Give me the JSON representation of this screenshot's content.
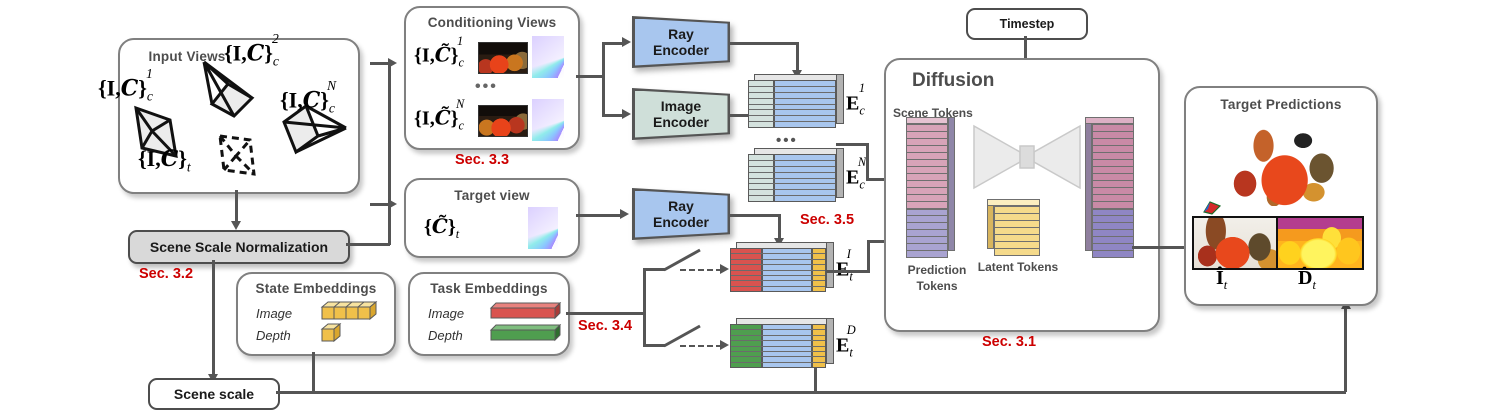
{
  "figure": {
    "type": "architecture-diagram",
    "panels": {
      "input_views": {
        "title": "Input Views",
        "camera_labels": [
          {
            "name": "cond-1",
            "tex": "{I,C}_c^1"
          },
          {
            "name": "cond-2",
            "tex": "{I,C}_c^2"
          },
          {
            "name": "cond-N",
            "tex": "{I,C}_c^N"
          },
          {
            "name": "target",
            "tex": "{I,C}_t"
          }
        ]
      },
      "conditioning_views": {
        "title": "Conditioning Views",
        "rows": [
          {
            "tex": "{I,C̃}_c^1"
          },
          {
            "tex": "{I,C̃}_c^N"
          }
        ],
        "ellipsis": "•••",
        "section": "Sec. 3.3"
      },
      "target_view": {
        "title": "Target view",
        "row_tex": "{C̃}_t"
      },
      "state_embeddings": {
        "title": "State Embeddings",
        "rows": [
          {
            "label": "Image",
            "glyph": "yellow-cube-row",
            "count": 4
          },
          {
            "label": "Depth",
            "glyph": "yellow-cube-row",
            "count": 1
          }
        ]
      },
      "task_embeddings": {
        "title": "Task Embeddings",
        "rows": [
          {
            "label": "Image",
            "glyph": "red-bar"
          },
          {
            "label": "Depth",
            "glyph": "green-bar"
          }
        ],
        "section": "Sec. 3.4"
      },
      "diffusion": {
        "title": "Diffusion",
        "scene_tokens_label": "Scene Tokens",
        "prediction_tokens_label": "Prediction Tokens",
        "latent_tokens_label": "Latent Tokens",
        "section": "Sec. 3.1"
      },
      "target_predictions": {
        "title": "Target Predictions",
        "image_label": "Î_t",
        "depth_label": "D̂_t"
      }
    },
    "boxes": {
      "scene_scale_normalization": "Scene Scale Normalization",
      "scene_scale_normalization_section": "Sec. 3.2",
      "scene_scale": "Scene scale",
      "timestep": "Timestep"
    },
    "encoders": [
      {
        "name": "ray-encoder-cond",
        "label": "Ray\nEncoder",
        "line1": "Ray",
        "line2": "Encoder",
        "fill": "#a8c6ee"
      },
      {
        "name": "image-encoder-cond",
        "label": "Image\nEncoder",
        "line1": "Image",
        "line2": "Encoder",
        "fill": "#cfdfd9"
      },
      {
        "name": "ray-encoder-target",
        "label": "Ray\nEncoder",
        "line1": "Ray",
        "line2": "Encoder",
        "fill": "#a8c6ee"
      }
    ],
    "token_groups": {
      "cond_embeddings": {
        "section": "Sec. 3.5",
        "ellipsis": "•••",
        "items": [
          {
            "name": "Ec1",
            "tex": "E_c^1",
            "rows": 8,
            "segments": [
              {
                "color": "#d4e2de",
                "frac": 0.3
              },
              {
                "color": "#a8c6ee",
                "frac": 0.7
              }
            ]
          },
          {
            "name": "EcN",
            "tex": "E_c^N",
            "rows": 8,
            "segments": [
              {
                "color": "#d4e2de",
                "frac": 0.3
              },
              {
                "color": "#a8c6ee",
                "frac": 0.7
              }
            ]
          }
        ]
      },
      "target_embeddings": {
        "items": [
          {
            "name": "EtI",
            "tex": "E_t^I",
            "rows": 8,
            "segments": [
              {
                "color": "#d9534f",
                "frac": 0.33
              },
              {
                "color": "#a8c6ee",
                "frac": 0.52
              },
              {
                "color": "#f0c04a",
                "frac": 0.15
              }
            ]
          },
          {
            "name": "EtD",
            "tex": "E_t^D",
            "rows": 8,
            "segments": [
              {
                "color": "#4f9e4f",
                "frac": 0.33
              },
              {
                "color": "#a8c6ee",
                "frac": 0.52
              },
              {
                "color": "#f0c04a",
                "frac": 0.15
              }
            ]
          }
        ]
      }
    },
    "diffusion_stacks": {
      "input_stack": {
        "name": "scene-prediction-token-stack",
        "scene_rows": 12,
        "prediction_rows": 7,
        "scene_color": "#d8a3b8",
        "prediction_color": "#a9a3d1"
      },
      "output_stack": {
        "name": "output-token-stack",
        "scene_rows": 12,
        "prediction_rows": 7,
        "scene_color": "#c98aa6",
        "prediction_color": "#8f86c4"
      },
      "latent_stack": {
        "name": "latent-token-stack",
        "rows": 7,
        "color": "#f5da8b"
      }
    },
    "colors": {
      "section_label": "#cc0000",
      "panel_border": "#808080",
      "connector": "#555555",
      "ray_encoder": "#a8c6ee",
      "image_encoder": "#cfdfd9",
      "task_image": "#d9534f",
      "task_depth": "#4f9e4f",
      "state_cube": "#f0c04a",
      "scene_token": "#d8a3b8",
      "prediction_token": "#a9a3d1",
      "latent_token": "#f5da8b"
    }
  }
}
